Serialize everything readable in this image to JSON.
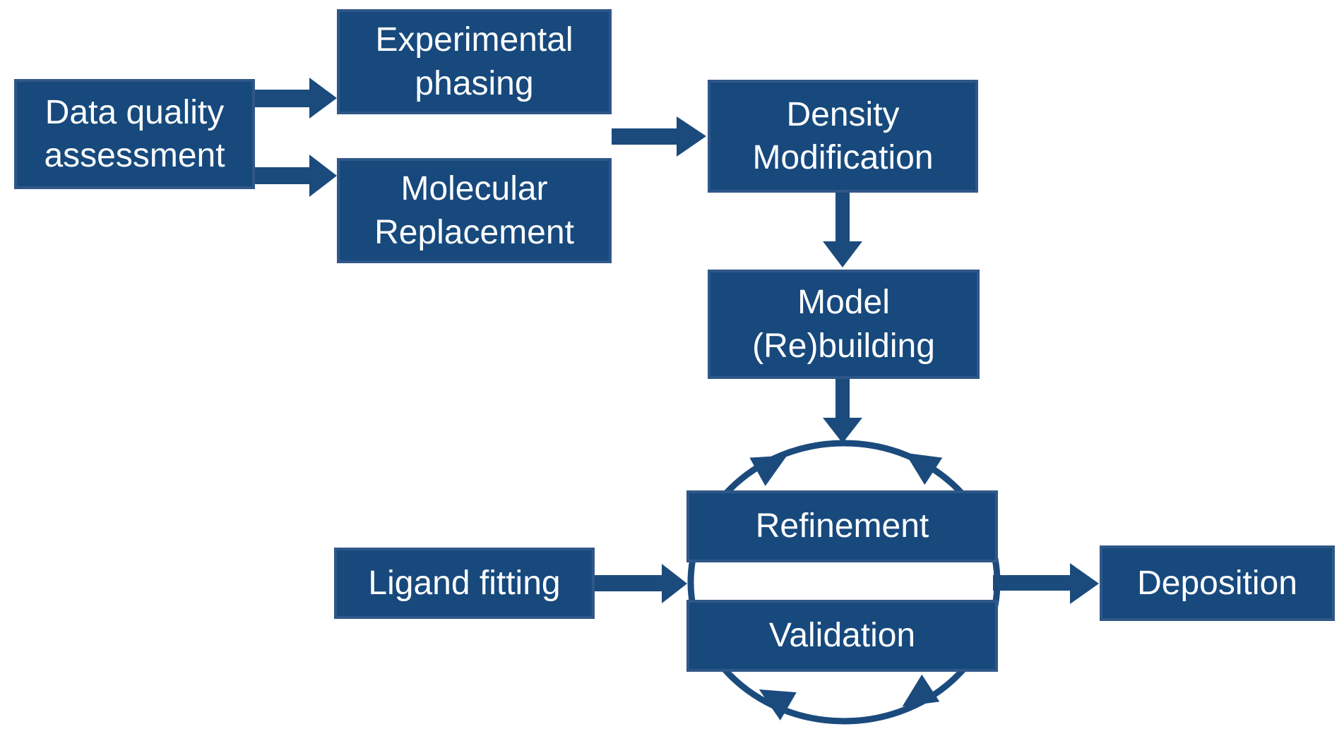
{
  "colors": {
    "background": "#FFFFFF",
    "box_fill": "#17497D",
    "box_border": "#2F5788",
    "arrow": "#1B4B7D",
    "text": "#FFFFFF"
  },
  "boxes": {
    "data_quality": {
      "label": "Data quality\nassessment"
    },
    "experimental_phasing": {
      "label": "Experimental\nphasing"
    },
    "molecular_replacement": {
      "label": "Molecular\nReplacement"
    },
    "density_modification": {
      "label": "Density\nModification"
    },
    "model_rebuilding": {
      "label": "Model\n(Re)building"
    },
    "refinement": {
      "label": "Refinement"
    },
    "validation": {
      "label": "Validation"
    },
    "ligand_fitting": {
      "label": "Ligand fitting"
    },
    "deposition": {
      "label": "Deposition"
    }
  },
  "edges": [
    {
      "from": "data_quality",
      "to": "experimental_phasing"
    },
    {
      "from": "data_quality",
      "to": "molecular_replacement"
    },
    {
      "from": [
        "experimental_phasing",
        "molecular_replacement"
      ],
      "to": "density_modification"
    },
    {
      "from": "density_modification",
      "to": "model_rebuilding"
    },
    {
      "from": "model_rebuilding",
      "to": "refinement_validation_cycle"
    },
    {
      "from": "ligand_fitting",
      "to": "refinement_validation_cycle"
    },
    {
      "from": "refinement_validation_cycle",
      "to": "deposition"
    }
  ],
  "cycle": {
    "type": "cycle",
    "between": [
      "refinement",
      "validation"
    ]
  }
}
